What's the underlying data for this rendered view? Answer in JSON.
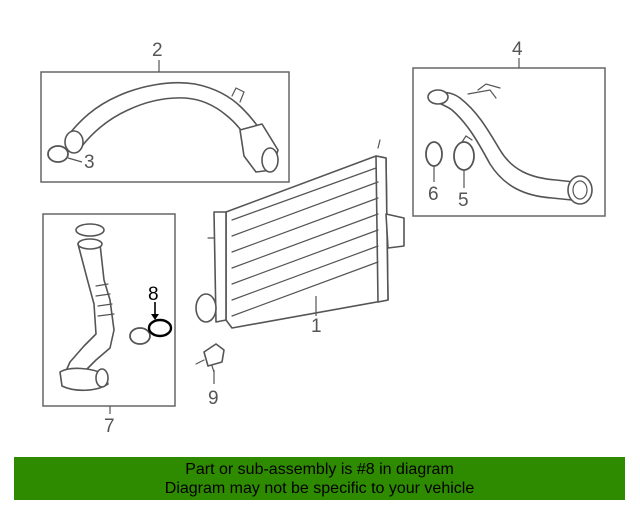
{
  "diagram": {
    "callouts": [
      "1",
      "2",
      "3",
      "4",
      "5",
      "6",
      "7",
      "8",
      "9"
    ],
    "highlighted_callout": "8"
  },
  "banner": {
    "line1": "Part or sub-assembly is #8 in diagram",
    "line2": "Diagram may not be specific to your vehicle",
    "background": "#2e8b00"
  }
}
